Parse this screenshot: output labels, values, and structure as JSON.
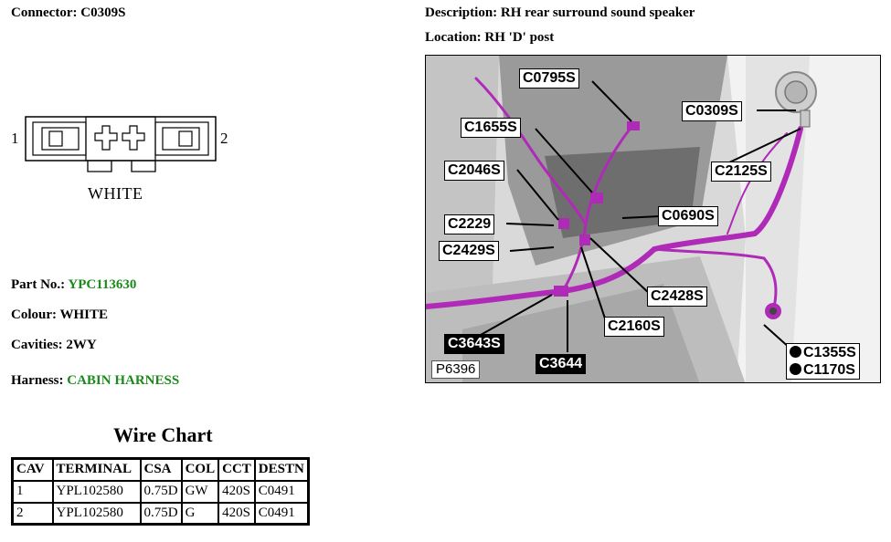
{
  "header": {
    "connector_label": "Connector:",
    "connector_value": "C0309S",
    "description_label": "Description:",
    "description_value": "RH rear surround sound speaker",
    "location_label": "Location:",
    "location_value": "RH 'D' post"
  },
  "connector_diagram": {
    "pin_left": "1",
    "pin_right": "2",
    "color_caption": "WHITE"
  },
  "details": {
    "part_no_label": "Part No.:",
    "part_no_value": "YPC113630",
    "colour_label": "Colour:",
    "colour_value": "WHITE",
    "cavities_label": "Cavities:",
    "cavities_value": "2WY",
    "harness_label": "Harness:",
    "harness_value": "CABIN HARNESS",
    "link_color": "#1a8a1a"
  },
  "wire_chart": {
    "title": "Wire Chart",
    "columns": [
      "CAV",
      "TERMINAL",
      "CSA",
      "COL",
      "CCT",
      "DESTN"
    ],
    "rows": [
      [
        "1",
        "YPL102580",
        "0.75D",
        "GW",
        "420S",
        "C0491"
      ],
      [
        "2",
        "YPL102580",
        "0.75D",
        "G",
        "420S",
        "C0491"
      ]
    ]
  },
  "photo": {
    "image_code": "P6396",
    "callouts": {
      "c0795s": "C0795S",
      "c0309s": "C0309S",
      "c1655s": "C1655S",
      "c2125s": "C2125S",
      "c2046s": "C2046S",
      "c0690s": "C0690S",
      "c2229": "C2229",
      "c2429s": "C2429S",
      "c2428s": "C2428S",
      "c2160s": "C2160S",
      "c3643s": "C3643S",
      "c3644": "C3644",
      "c1355s": "C1355S",
      "c1170s": "C1170S"
    },
    "harness_color": "#b02ab8"
  }
}
